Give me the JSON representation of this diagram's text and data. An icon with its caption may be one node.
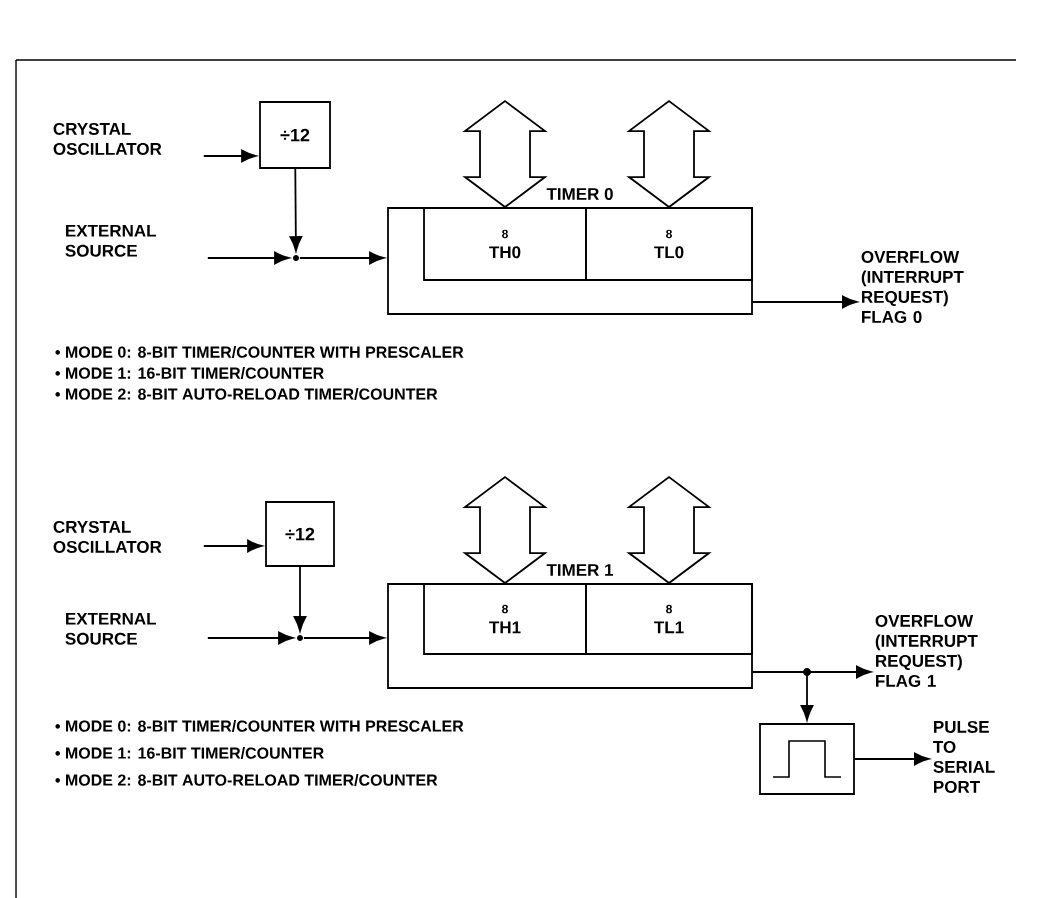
{
  "diagram": {
    "nodes": [
      {
        "text": [
          "CRYSTAL OSCILLATOR"
        ]
      },
      {
        "text": [
          "÷12"
        ]
      },
      {
        "text": [
          "EXTERNAL SOURCE"
        ]
      },
      {
        "text": [],
        "shape": "switch"
      },
      {
        "text": [
          "TIMER 0"
        ]
      },
      {
        "text": [
          "8",
          "TH0"
        ],
        "in": 4
      },
      {
        "text": [
          "8",
          "TL0"
        ],
        "in": 4
      },
      {
        "text": [
          "OVERFLOW (INTERRUPT REQUEST) FLAG 0"
        ]
      },
      {
        "text": [
          "CRYSTAL OSCILLATOR"
        ]
      },
      {
        "text": [
          "÷12"
        ]
      },
      {
        "text": [
          "EXTERNAL SOURCE"
        ]
      },
      {
        "text": [],
        "shape": "switch"
      },
      {
        "text": [
          "TIMER 1"
        ]
      },
      {
        "text": [
          "8",
          "TH1"
        ],
        "in": 12
      },
      {
        "text": [
          "8",
          "TL1"
        ],
        "in": 12
      },
      {
        "text": [
          "OVERFLOW (INTERRUPT REQUEST) FLAG 1"
        ]
      },
      {
        "text": [],
        "shape": "box"
      },
      {
        "text": [
          "PULSE TO SERIAL PORT"
        ]
      }
    ],
    "edges": [
      {
        "from": 0,
        "to": 1,
        "arrow": "to"
      },
      {
        "from": 1,
        "to": 3,
        "arrow": "to"
      },
      {
        "from": 2,
        "to": 3,
        "arrow": "to"
      },
      {
        "from": 3,
        "to": 4,
        "arrow": "to"
      },
      {
        "from": null,
        "to": 5,
        "arrow": "both",
        "style": "thick"
      },
      {
        "from": null,
        "to": 6,
        "arrow": "both",
        "style": "thick"
      },
      {
        "from": 4,
        "to": 7,
        "arrow": "to"
      },
      {
        "from": 8,
        "to": 9,
        "arrow": "to"
      },
      {
        "from": 9,
        "to": 11,
        "arrow": "to"
      },
      {
        "from": 10,
        "to": 11,
        "arrow": "to"
      },
      {
        "from": 11,
        "to": 12,
        "arrow": "to"
      },
      {
        "from": null,
        "to": 13,
        "arrow": "both",
        "style": "thick"
      },
      {
        "from": null,
        "to": 14,
        "arrow": "both",
        "style": "thick"
      },
      {
        "from": 12,
        "to": 15,
        "arrow": "to"
      },
      {
        "from": 12,
        "to": 16,
        "arrow": "to"
      },
      {
        "from": 16,
        "to": 17,
        "arrow": "to"
      }
    ],
    "labels": [
      "• MODE 0: 8-BIT TIMER/COUNTER WITH PRESCALER",
      "• MODE 1: 16-BIT TIMER/COUNTER",
      "• MODE 2: 8-BIT AUTO-RELOAD TIMER/COUNTER",
      "• MODE 0: 8-BIT TIMER/COUNTER WITH PRESCALER",
      "• MODE 1: 16-BIT TIMER/COUNTER",
      "• MODE 2: 8-BIT AUTO-RELOAD TIMER/COUNTER"
    ]
  }
}
